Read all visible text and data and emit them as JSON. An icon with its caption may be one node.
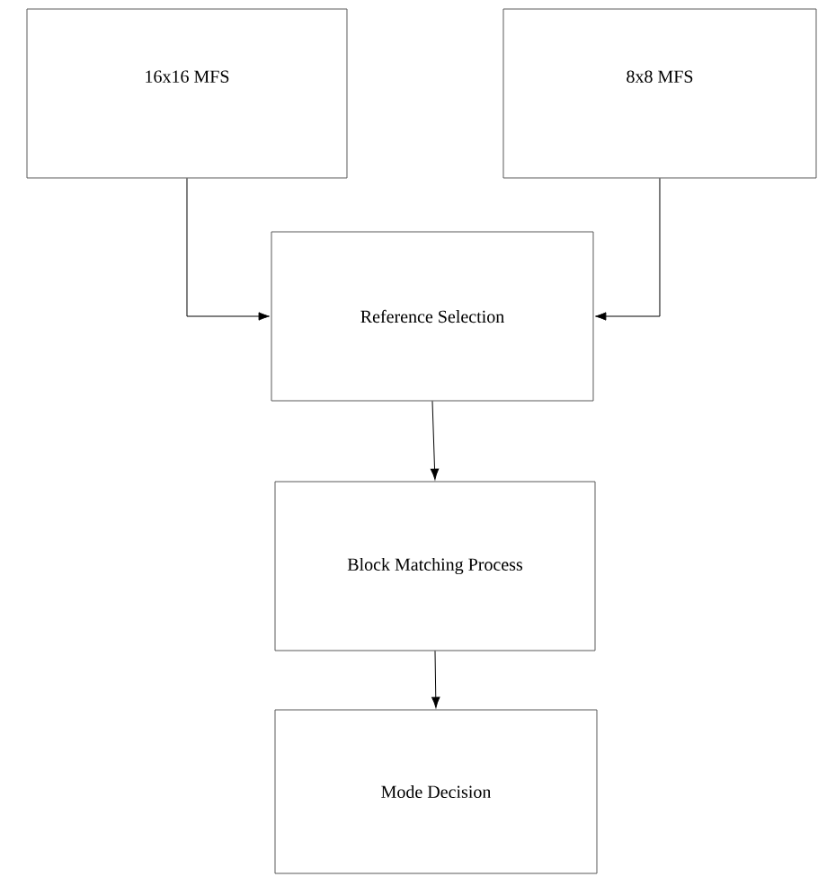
{
  "diagram": {
    "nodes": [
      {
        "text": [
          "16x16 MFS"
        ]
      },
      {
        "text": [
          "8x8 MFS"
        ]
      },
      {
        "text": [
          "Reference Selection"
        ]
      },
      {
        "text": [
          "Block Matching Process"
        ]
      },
      {
        "text": [
          "Mode Decision"
        ]
      }
    ],
    "edges": [
      {
        "from": 0,
        "to": 2,
        "arrow": "to"
      },
      {
        "from": 1,
        "to": 2,
        "arrow": "to"
      },
      {
        "from": 2,
        "to": 3,
        "arrow": "to"
      },
      {
        "from": 3,
        "to": 4,
        "arrow": "to"
      }
    ]
  }
}
